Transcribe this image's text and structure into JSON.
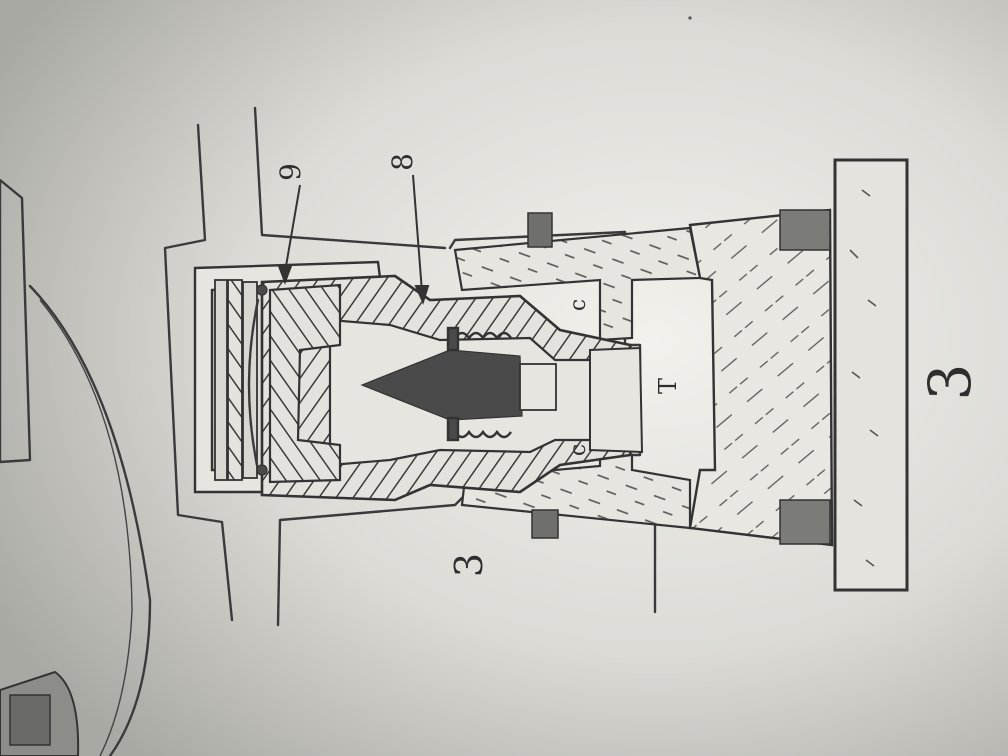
{
  "diagram": {
    "labels": {
      "part_9": "9",
      "part_8": "8",
      "gap_c_top": "c",
      "gap_c_bottom": "c",
      "chamber_t": "T",
      "figure_number_left": "3",
      "figure_number_right": "3"
    }
  },
  "colors": {
    "paper_light": "#ecebe6",
    "paper_shadow": "#9e9e99",
    "ink": "#3a3a3a"
  }
}
